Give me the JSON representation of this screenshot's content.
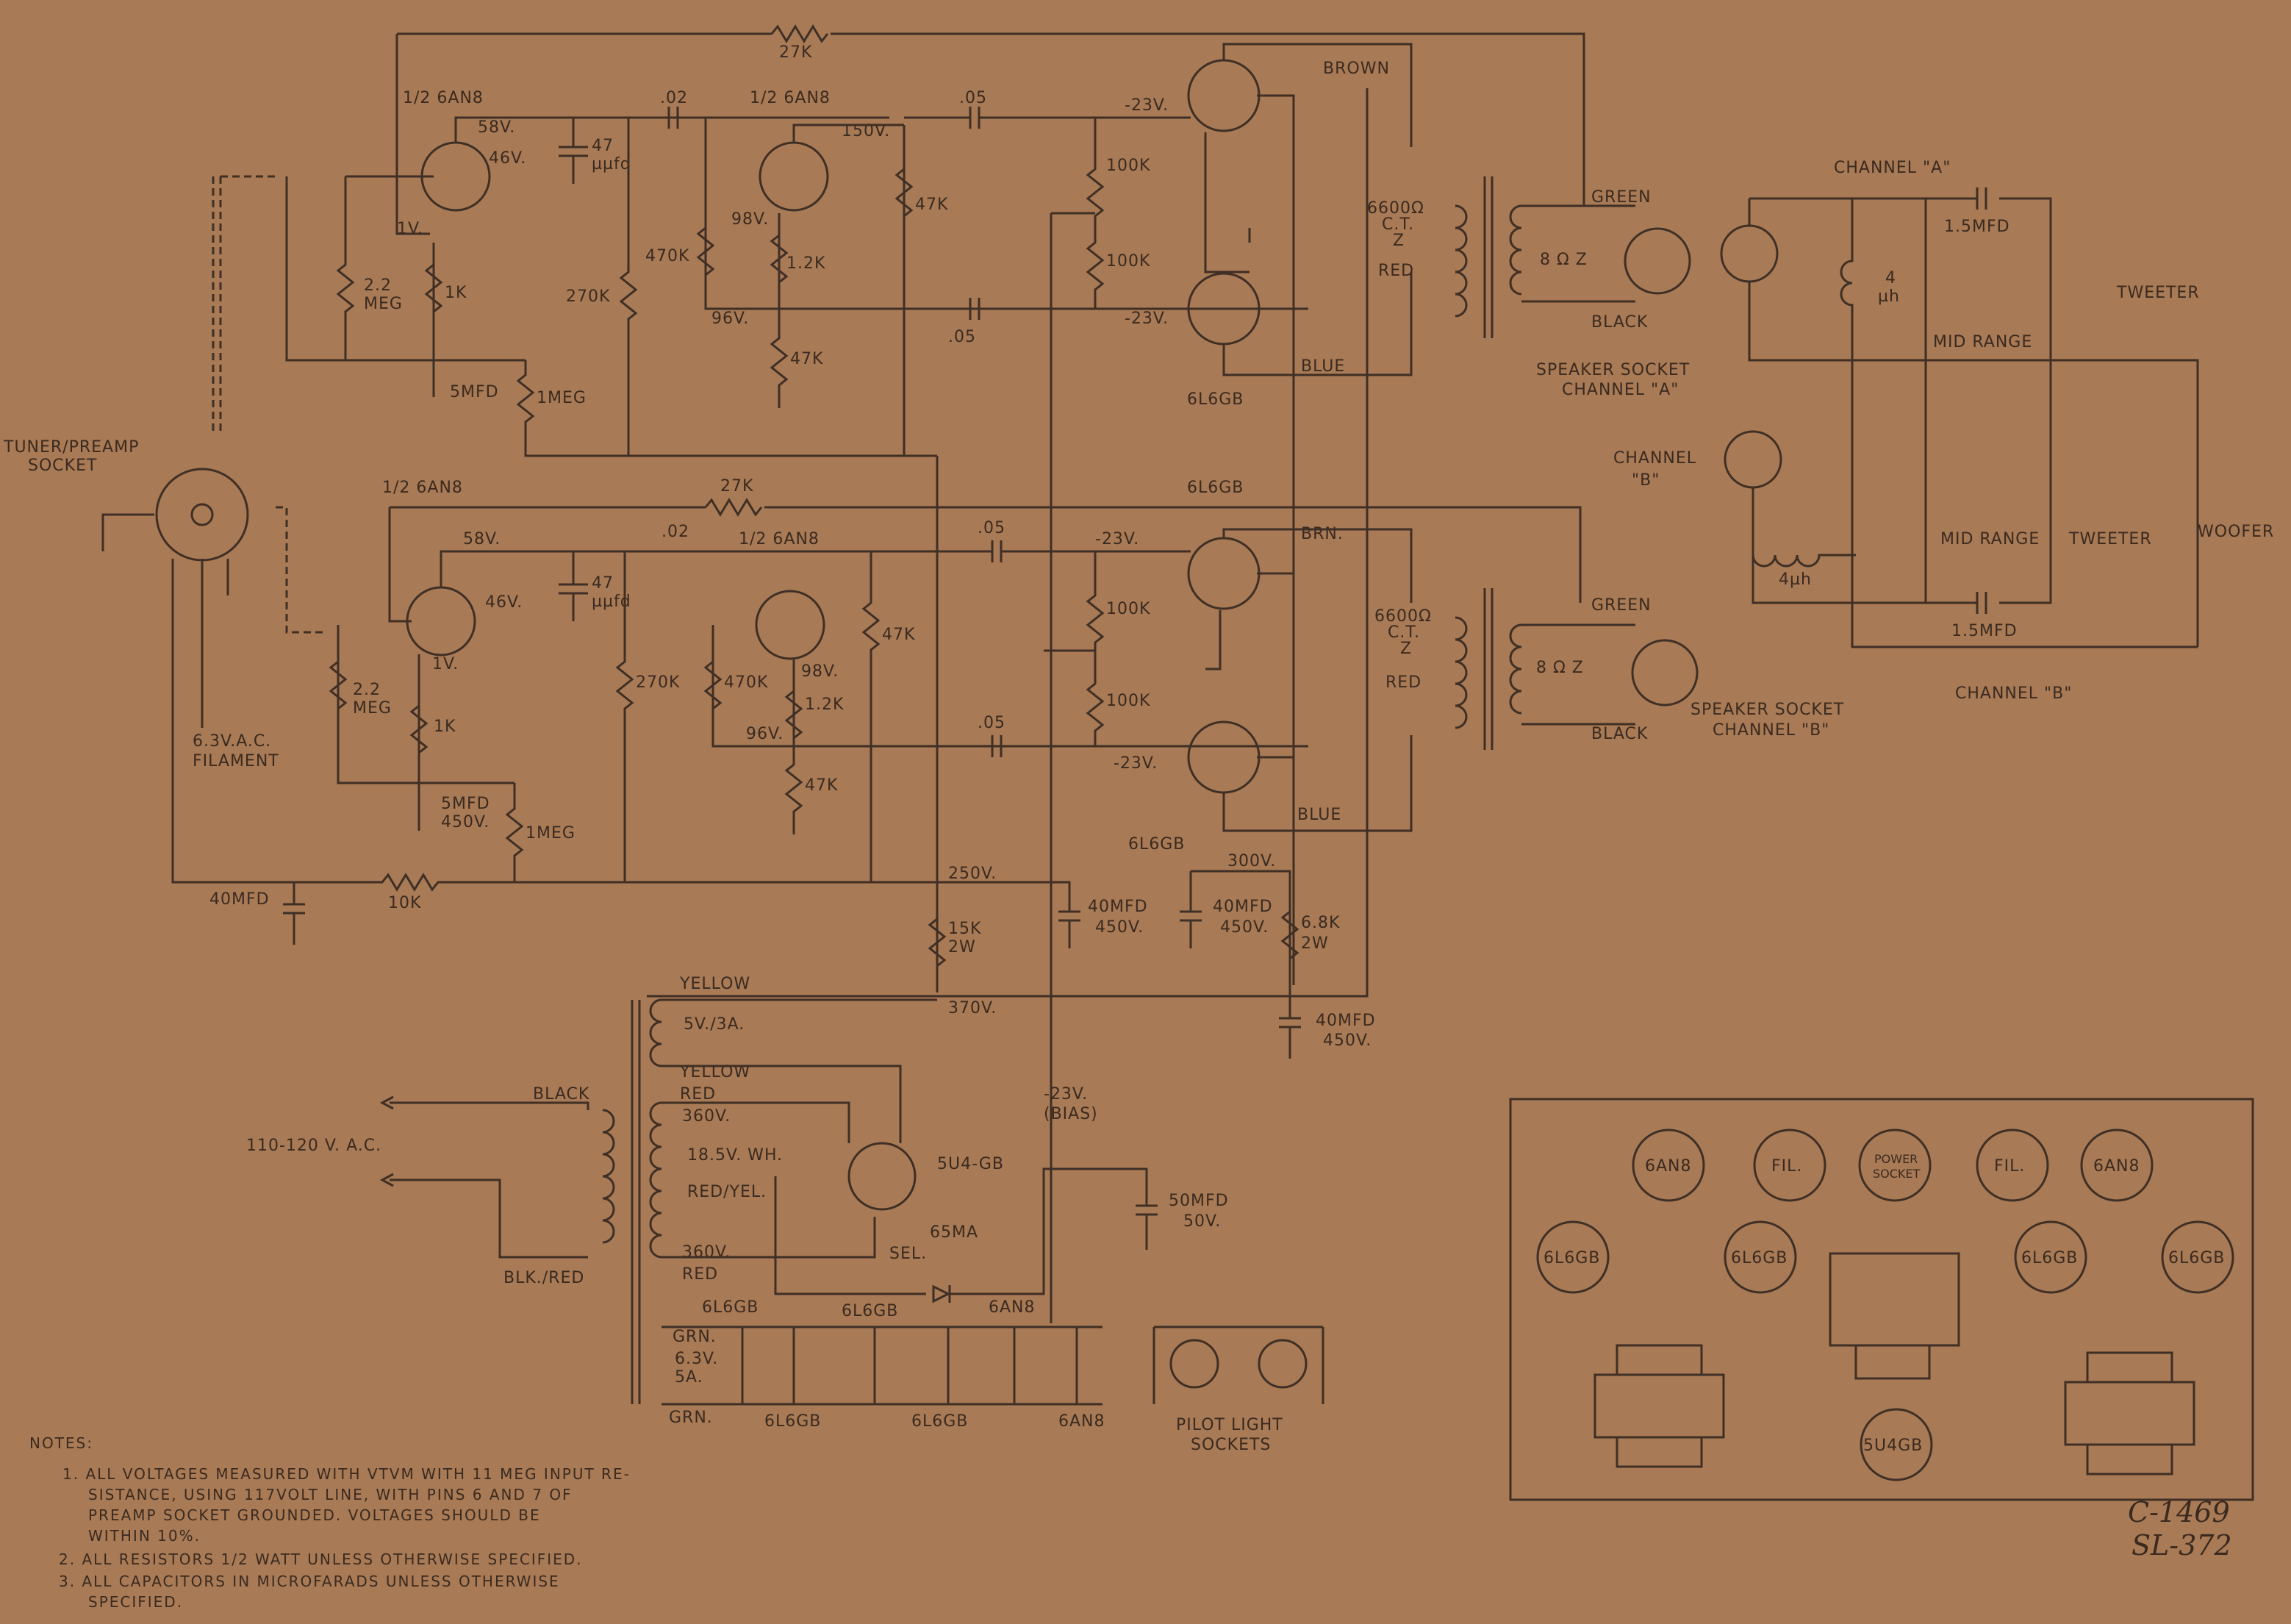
{
  "labels": {
    "half_6an8": "1/2 6AN8",
    "tube_6l6gb": "6L6GB",
    "v58": "58V.",
    "v46": "46V.",
    "v1": "1V.",
    "c47": "47",
    "c47u": "µµfd",
    "c02": ".02",
    "c05": ".05",
    "v150": "150V.",
    "v98": "98V.",
    "v96": "96V.",
    "vm23": "-23V.",
    "r27k": "27K",
    "r2m2a": "2.2",
    "r2m2b": "MEG",
    "r1k": "1K",
    "c5mfd": "5MFD",
    "c450": "450V.",
    "r1meg": "1MEG",
    "r270k": "270K",
    "r470k": "470K",
    "r47k": "47K",
    "r12k": "1.2K",
    "r100k": "100K",
    "brown": "BROWN",
    "brn": "BRN.",
    "blue": "BLUE",
    "red": "RED",
    "green": "GREEN",
    "black": "BLACK",
    "imp6600": "6600Ω",
    "ct": "C.T.",
    "z": "Z",
    "imp8": "8 Ω Z",
    "spk_a1": "SPEAKER SOCKET",
    "spk_a2": "CHANNEL \"A\"",
    "spk_b2": "CHANNEL \"B\"",
    "ch_a": "CHANNEL \"A\"",
    "ch_b1": "CHANNEL",
    "ch_b2": "\"B\"",
    "ch_b_bottom": "CHANNEL \"B\"",
    "c15mfd": "1.5MFD",
    "l4uh": "4",
    "l4uh2": "µh",
    "l4uhb": "4µh",
    "tweeter": "TWEETER",
    "midrange": "MID RANGE",
    "woofer": "WOOFER",
    "tuner1": "TUNER/PREAMP",
    "tuner2": "SOCKET",
    "fil1": "6.3V.A.C.",
    "fil2": "FILAMENT",
    "c40mfd": "40MFD",
    "r10k": "10K",
    "v250": "250V.",
    "v300": "300V.",
    "v370": "370V.",
    "r15k": "15K",
    "r2w": "2W",
    "r68k": "6.8K",
    "yellow": "YELLOW",
    "v5_3a": "5V./3A.",
    "v360": "360V.",
    "v185": "18.5V. WH.",
    "redyel": "RED/YEL.",
    "rect": "5U4-GB",
    "ma65": "65MA",
    "sel": "SEL.",
    "bias1": "-23V.",
    "bias2": "(BIAS)",
    "c50mfd": "50MFD",
    "c50v": "50V.",
    "mains": "110-120 V. A.C.",
    "blkred": "BLK./RED",
    "grn": "GRN.",
    "v63": "6.3V.",
    "a5": "5A.",
    "tube_6an8": "6AN8",
    "pilot1": "PILOT LIGHT",
    "pilot2": "SOCKETS"
  },
  "layout_panel": {
    "items": [
      "6AN8",
      "FIL.",
      "POWER SOCKET",
      "FIL.",
      "6AN8",
      "6L6GB",
      "6L6GB",
      "6L6GB",
      "6L6GB",
      "5U4GB"
    ]
  },
  "notes": {
    "title": "NOTES:",
    "lines": [
      "1.  ALL VOLTAGES MEASURED WITH VTVM WITH 11 MEG INPUT RE-",
      "SISTANCE, USING 117VOLT LINE, WITH PINS 6 AND 7 OF",
      "PREAMP SOCKET GROUNDED.  VOLTAGES SHOULD BE",
      "WITHIN 10%.",
      "2.  ALL RESISTORS 1/2 WATT UNLESS OTHERWISE SPECIFIED.",
      "3.  ALL CAPACITORS IN MICROFARADS UNLESS OTHERWISE",
      "SPECIFIED."
    ]
  },
  "drawing_no": {
    "line1": "C-1469",
    "line2": "SL-372"
  }
}
